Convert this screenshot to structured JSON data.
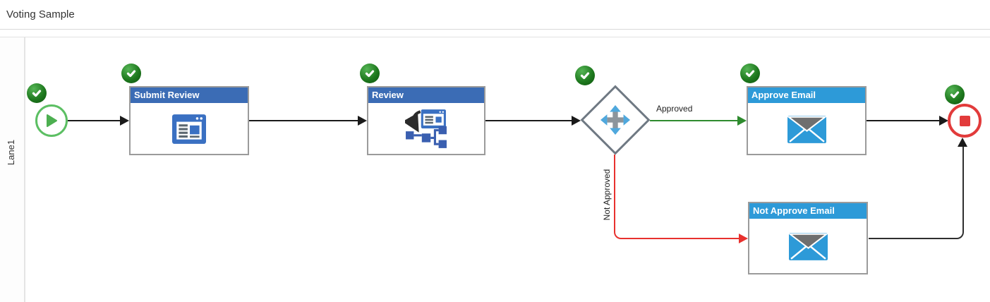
{
  "header": {
    "title": "Voting Sample"
  },
  "lane": {
    "label": "Lane1"
  },
  "nodes": {
    "submit_review": {
      "label": "Submit Review"
    },
    "review": {
      "label": "Review"
    },
    "approve_email": {
      "label": "Approve Email"
    },
    "not_approve_email": {
      "label": "Not Approve Email"
    }
  },
  "edges": {
    "approved": {
      "label": "Approved"
    },
    "not_approved": {
      "label": "Not Approved"
    }
  },
  "colors": {
    "task_header_dark_blue": "#3B6CB5",
    "task_header_light_blue": "#2D9AD8",
    "task_border_gray": "#9B9B9B",
    "approved_flow_green": "#2E8B2E",
    "not_approved_flow_red": "#E8312E",
    "default_flow_black": "#1A1A1A",
    "start_event_green": "#5CBF63",
    "end_event_red": "#E23B3B",
    "status_badge_green": "#1F7A1F",
    "email_icon_blue": "#2D9AD8"
  },
  "icons": {
    "status": "check-badge",
    "start": "play",
    "submit_review": "form",
    "review": "subprocess",
    "gateway": "move-cross",
    "email": "envelope",
    "end": "stop"
  }
}
